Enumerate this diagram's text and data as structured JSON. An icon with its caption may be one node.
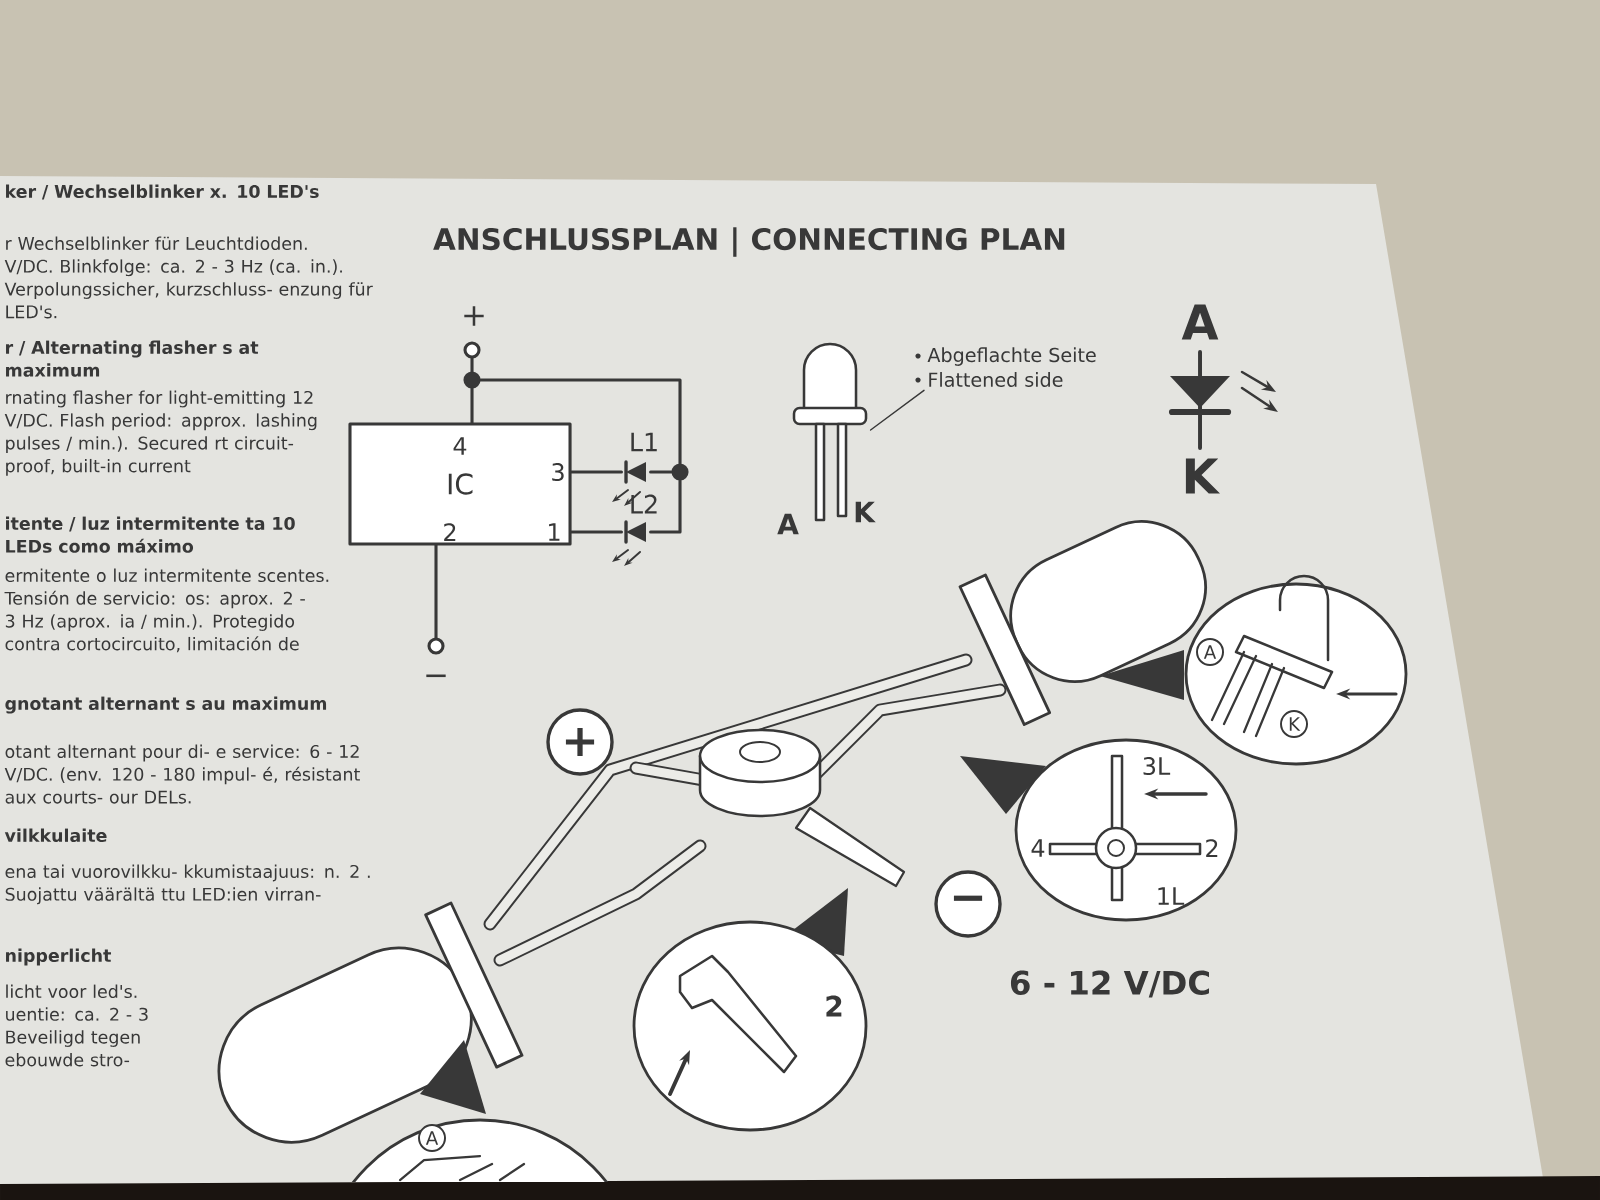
{
  "diagram": {
    "title": "ANSCHLUSSPLAN | CONNECTING PLAN",
    "nodes": [
      {
        "text": [],
        "shape": "circle",
        "beside": [
          "+"
        ]
      },
      {
        "text": [],
        "shape": "circle"
      },
      {
        "text": [
          "IC"
        ]
      },
      {
        "text": [],
        "shape": "diode",
        "beside": [
          "L1"
        ]
      },
      {
        "text": [],
        "shape": "diode",
        "beside": [
          "L2"
        ]
      },
      {
        "text": [],
        "shape": "circle"
      },
      {
        "text": [],
        "shape": "circle",
        "beside": [
          "−"
        ]
      },
      {
        "text": [],
        "shape": "picture"
      },
      {
        "text": [
          "Abgeflachte Seite",
          "Flattened side"
        ]
      }
    ],
    "edges": [
      {
        "from": 0,
        "to": 1,
        "arrow": "none"
      },
      {
        "from": 1,
        "to": 2,
        "arrow": "none"
      },
      {
        "from": 1,
        "to": 5,
        "arrow": "none"
      },
      {
        "from": 2,
        "to": 3,
        "arrow": "none"
      },
      {
        "from": 3,
        "to": 5,
        "arrow": "none"
      },
      {
        "from": 2,
        "to": 4,
        "arrow": "none"
      },
      {
        "from": 4,
        "to": 5,
        "arrow": "none"
      },
      {
        "from": 2,
        "to": 6,
        "arrow": "none"
      },
      {
        "from": 8,
        "to": 7,
        "arrow": "none"
      }
    ],
    "labels": [
      "ker / Wechselblinker x. 10 LED's",
      "r Wechselblinker für Leuchtdioden. V/DC. Blinkfolge: ca. 2 - 3 Hz (ca. in.). Verpolungssicher, kurzschluss- enzung für LED's.",
      "r / Alternating flasher s at maximum",
      "rnating flasher for light-emitting 12 V/DC. Flash period: approx. lashing pulses / min.). Secured rt circuit-proof, built-in current",
      "itente / luz intermitente ta 10 LEDs como máximo",
      "ermitente o luz intermitente scentes. Tensión de servicio: os: aprox. 2 - 3 Hz (aprox. ia / min.). Protegido contra cortocircuito, limitación de",
      "gnotant alternant s au maximum",
      "otant alternant pour di- e service: 6 - 12 V/DC. (env. 120 - 180 impul- é, résistant aux courts- our DELs.",
      "vilkkulaite",
      "ena tai vuorovilkku- kkumistaajuus: n. 2 . Suojattu väärältä ttu LED:ien virran-",
      "nipperlicht",
      "licht voor led's. uentie: ca. 2 - 3 Beveiligd tegen ebouwde stro-",
      "4",
      "3",
      "2",
      "1",
      "A",
      "K",
      "A",
      "K",
      "+",
      "A",
      "K",
      "3L",
      "4",
      "2",
      "1L",
      "−",
      "2",
      "6 - 12 V/DC",
      "A"
    ]
  }
}
